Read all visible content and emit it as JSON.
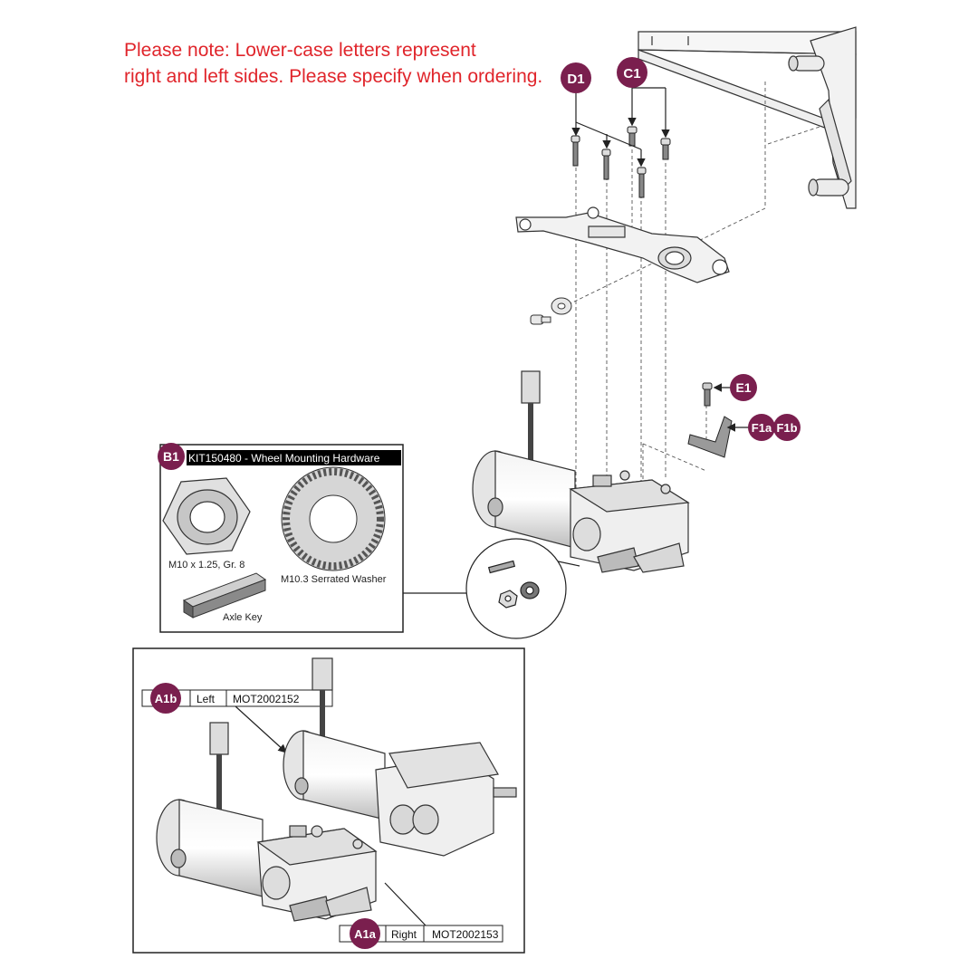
{
  "note": {
    "line1": "Please note: Lower-case letters represent",
    "line2": "right and left sides. Please specify when ordering."
  },
  "callouts": {
    "d1": "D1",
    "c1": "C1",
    "e1": "E1",
    "f1a": "F1a",
    "f1b": "F1b",
    "b1": "B1",
    "a1a": "A1a",
    "a1b": "A1b"
  },
  "hardware_kit": {
    "title": "KIT150480 - Wheel Mounting Hardware",
    "nut_label": "M10 x 1.25, Gr. 8",
    "washer_label": "M10.3 Serrated Washer",
    "key_label": "Axle Key"
  },
  "motors": {
    "left": {
      "side": "Left",
      "part": "MOT2002152"
    },
    "right": {
      "side": "Right",
      "part": "MOT2002153"
    }
  },
  "colors": {
    "callout": "#7a1f4e",
    "note": "#e0252b",
    "line": "#222222"
  }
}
